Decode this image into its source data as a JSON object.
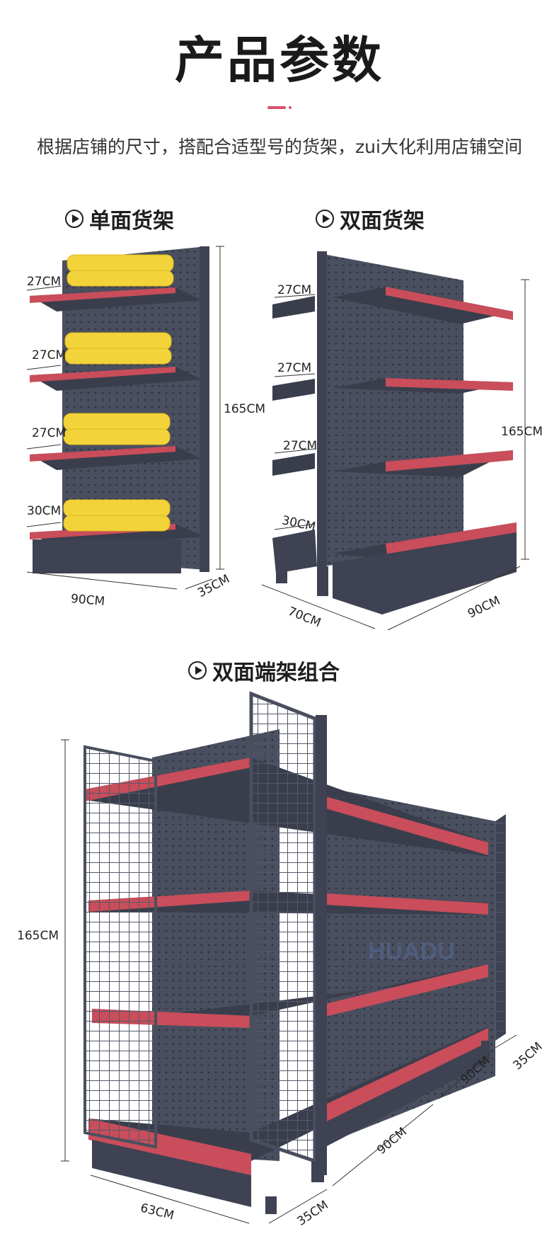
{
  "header": {
    "title": "产品参数",
    "subtitle": "根据店铺的尺寸，搭配合适型号的货架，zui大化利用店铺空间"
  },
  "sections": {
    "single": {
      "title": "单面货架",
      "shelf_depths": [
        "27CM",
        "27CM",
        "27CM",
        "30CM"
      ],
      "height": "165CM",
      "width": "90CM",
      "depth": "35CM"
    },
    "double": {
      "title": "双面货架",
      "shelf_depths": [
        "27CM",
        "27CM",
        "27CM",
        "30CM"
      ],
      "height": "165CM",
      "width": "90CM",
      "depth": "70CM"
    },
    "combo": {
      "title": "双面端架组合",
      "height": "165CM",
      "end_depth": "63CM",
      "depth_front": "35CM",
      "width_1": "90CM",
      "width_2": "90CM",
      "depth_back": "35CM",
      "watermark": "HUADU"
    }
  },
  "colors": {
    "frame": "#4a4f5f",
    "shelf_lip": "#c94d5a",
    "accent": "#d9506b",
    "product": "#f2d43a"
  }
}
